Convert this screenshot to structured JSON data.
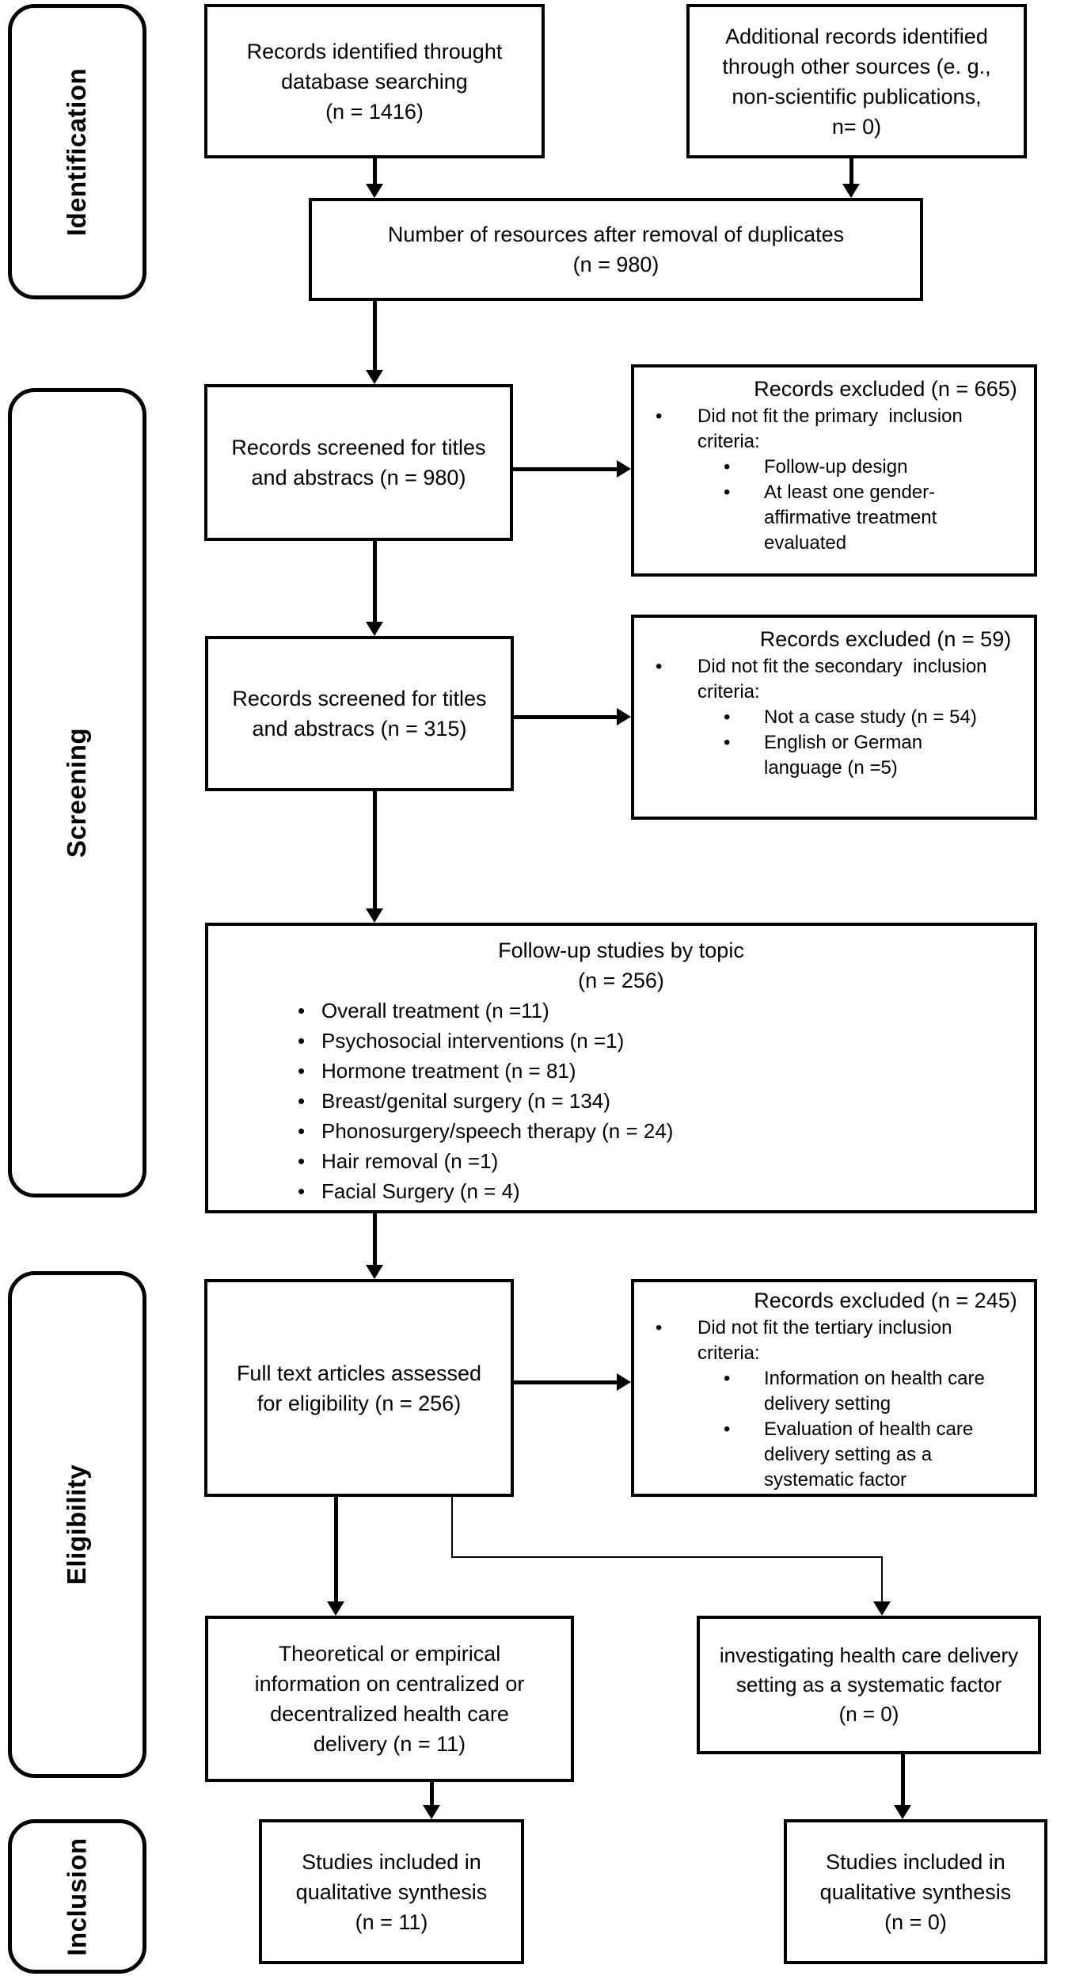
{
  "stages": {
    "identification": "Identification",
    "screening": "Screening",
    "eligibility": "Eligibility",
    "inclusion": "Inclusion"
  },
  "bullet_char": "•",
  "colors": {
    "line": "#000000",
    "background": "#ffffff"
  },
  "boxes": {
    "identified_db": {
      "text": "Records identified throught\ndatabase searching\n(n = 1416)"
    },
    "identified_other": {
      "text": "Additional records identified\nthrough other sources (e. g.,\nnon-scientific publications,\nn= 0)"
    },
    "duplicates": {
      "text": "Number of resources after removal of duplicates\n(n = 980)"
    },
    "screened_titles_1": {
      "text": "Records screened for titles\nand abstracs (n = 980)"
    },
    "excluded_primary": {
      "title": "Records excluded (n = 665)",
      "reason": "Did not fit the primary  inclusion\ncriteria:",
      "sub": [
        "Follow-up design",
        "At least one gender-\naffirmative treatment\nevaluated"
      ]
    },
    "screened_titles_2": {
      "text": "Records screened for titles\nand abstracs (n = 315)"
    },
    "excluded_secondary": {
      "title": "Records excluded (n = 59)",
      "reason": "Did not fit the secondary  inclusion\ncriteria:",
      "sub": [
        "Not a case study (n = 54)",
        "English or German\nlanguage (n =5)"
      ]
    },
    "followup_topics": {
      "title": "Follow-up studies by topic\n(n = 256)",
      "items": [
        "Overall treatment (n =11)",
        "Psychosocial interventions (n =1)",
        "Hormone treatment (n = 81)",
        "Breast/genital surgery (n = 134)",
        "Phonosurgery/speech therapy (n = 24)",
        "Hair removal (n =1)",
        "Facial Surgery (n = 4)"
      ]
    },
    "fulltext": {
      "text": "Full text articles assessed\nfor eligibility (n = 256)"
    },
    "excluded_tertiary": {
      "title": "Records excluded (n = 245)",
      "reason": "Did not fit the tertiary inclusion\ncriteria:",
      "sub": [
        "Information on health care\ndelivery setting",
        "Evaluation of health care\ndelivery setting as a\nsystematic factor"
      ]
    },
    "theoretical": {
      "text": "Theoretical or empirical\ninformation on centralized or\ndecentralized health care\ndelivery (n = 11)"
    },
    "investigating": {
      "text": "investigating health care delivery\nsetting as a systematic factor\n(n = 0)"
    },
    "included_qualitative_1": {
      "text": "Studies included in\nqualitative synthesis\n(n = 11)"
    },
    "included_qualitative_2": {
      "text": "Studies included in\nqualitative synthesis\n(n = 0)"
    }
  }
}
